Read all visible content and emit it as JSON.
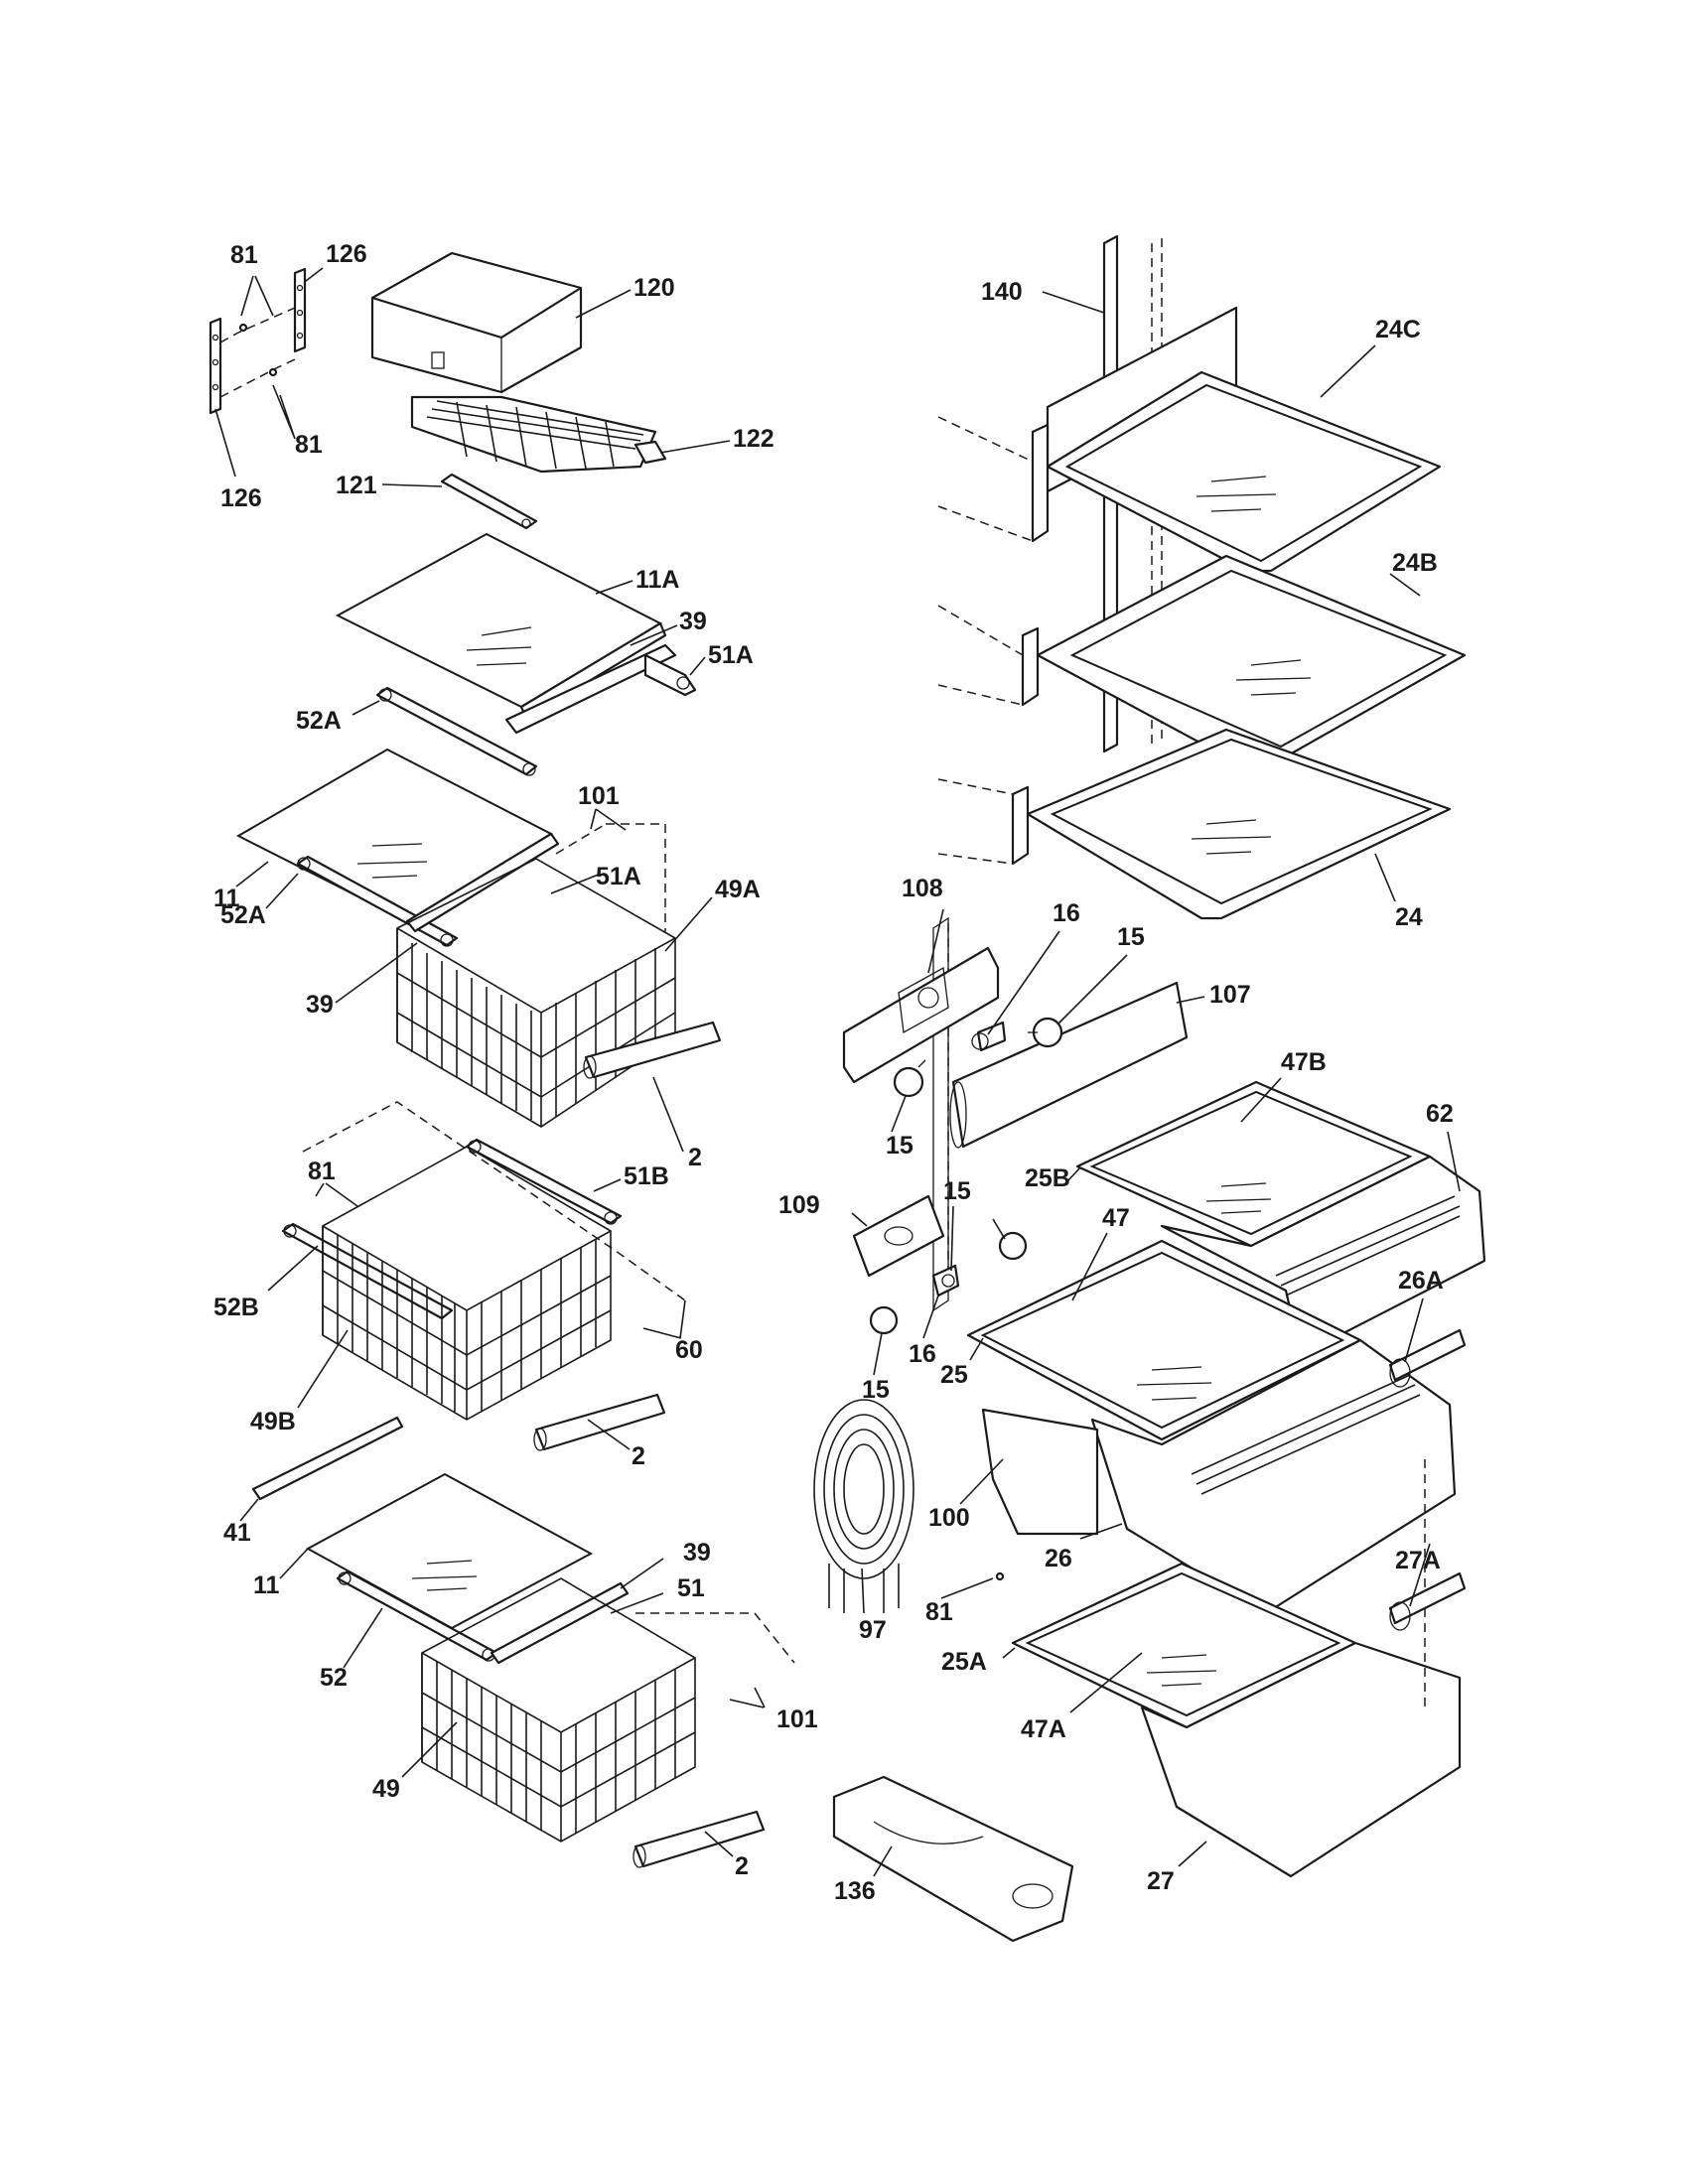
{
  "colors": {
    "ink": "#1a1a1a",
    "paper": "#ffffff",
    "shade": "#e6e6e6"
  },
  "callouts": [
    {
      "id": "l81a",
      "text": "81"
    },
    {
      "id": "l126a",
      "text": "126"
    },
    {
      "id": "l120",
      "text": "120"
    },
    {
      "id": "l81b",
      "text": "81"
    },
    {
      "id": "l126b",
      "text": "126"
    },
    {
      "id": "l122",
      "text": "122"
    },
    {
      "id": "l121",
      "text": "121"
    },
    {
      "id": "l11A",
      "text": "11A"
    },
    {
      "id": "l39a",
      "text": "39"
    },
    {
      "id": "l51Aa",
      "text": "51A"
    },
    {
      "id": "l52Aa",
      "text": "52A"
    },
    {
      "id": "l101a",
      "text": "101"
    },
    {
      "id": "l11a",
      "text": "11"
    },
    {
      "id": "l51Ab",
      "text": "51A"
    },
    {
      "id": "l49A",
      "text": "49A"
    },
    {
      "id": "l52Ab",
      "text": "52A"
    },
    {
      "id": "l39b",
      "text": "39"
    },
    {
      "id": "l2a",
      "text": "2"
    },
    {
      "id": "l81c",
      "text": "81"
    },
    {
      "id": "l51B",
      "text": "51B"
    },
    {
      "id": "l52B",
      "text": "52B"
    },
    {
      "id": "l60",
      "text": "60"
    },
    {
      "id": "l49B",
      "text": "49B"
    },
    {
      "id": "l2b",
      "text": "2"
    },
    {
      "id": "l41",
      "text": "41"
    },
    {
      "id": "l39c",
      "text": "39"
    },
    {
      "id": "l11b",
      "text": "11"
    },
    {
      "id": "l51",
      "text": "51"
    },
    {
      "id": "l52",
      "text": "52"
    },
    {
      "id": "l101b",
      "text": "101"
    },
    {
      "id": "l49",
      "text": "49"
    },
    {
      "id": "l2c",
      "text": "2"
    },
    {
      "id": "l140",
      "text": "140"
    },
    {
      "id": "l24C",
      "text": "24C"
    },
    {
      "id": "l24B",
      "text": "24B"
    },
    {
      "id": "l24",
      "text": "24"
    },
    {
      "id": "l108",
      "text": "108"
    },
    {
      "id": "l16a",
      "text": "16"
    },
    {
      "id": "l15a",
      "text": "15"
    },
    {
      "id": "l107",
      "text": "107"
    },
    {
      "id": "l15b",
      "text": "15"
    },
    {
      "id": "l47B",
      "text": "47B"
    },
    {
      "id": "l62",
      "text": "62"
    },
    {
      "id": "l109",
      "text": "109"
    },
    {
      "id": "l15c",
      "text": "15"
    },
    {
      "id": "l25B",
      "text": "25B"
    },
    {
      "id": "l47",
      "text": "47"
    },
    {
      "id": "l26A",
      "text": "26A"
    },
    {
      "id": "l16b",
      "text": "16"
    },
    {
      "id": "l15d",
      "text": "15"
    },
    {
      "id": "l25",
      "text": "25"
    },
    {
      "id": "l100",
      "text": "100"
    },
    {
      "id": "l26",
      "text": "26"
    },
    {
      "id": "l27A",
      "text": "27A"
    },
    {
      "id": "l81d",
      "text": "81"
    },
    {
      "id": "l97",
      "text": "97"
    },
    {
      "id": "l25A",
      "text": "25A"
    },
    {
      "id": "l47A",
      "text": "47A"
    },
    {
      "id": "l136",
      "text": "136"
    },
    {
      "id": "l27",
      "text": "27"
    }
  ]
}
